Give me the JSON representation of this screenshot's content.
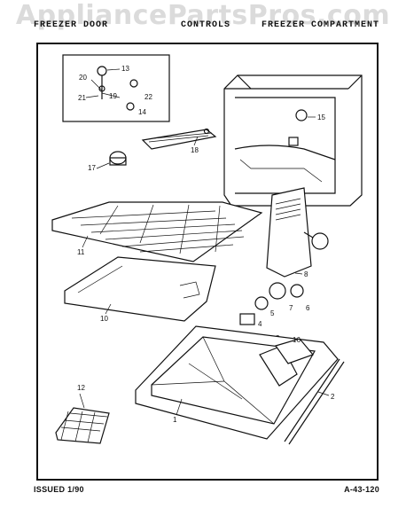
{
  "watermark": "AppliancePartsPros.com",
  "header": {
    "left": "FREEZER DOOR",
    "center": "CONTROLS",
    "right": "FREEZER COMPARTMENT"
  },
  "callouts": {
    "c1": "1",
    "c2": "2",
    "c3": "3",
    "c4": "4",
    "c5": "5",
    "c6": "6",
    "c7": "7",
    "c8": "8",
    "c10": "10",
    "c11": "11",
    "c12": "12",
    "c13": "13",
    "c14": "14",
    "c15": "15",
    "c16": "16",
    "c17": "17",
    "c18": "18",
    "c19": "19",
    "c20": "20",
    "c21": "21",
    "c22": "22"
  },
  "footer": {
    "issued": "ISSUED 1/90",
    "code": "A-43-120"
  }
}
